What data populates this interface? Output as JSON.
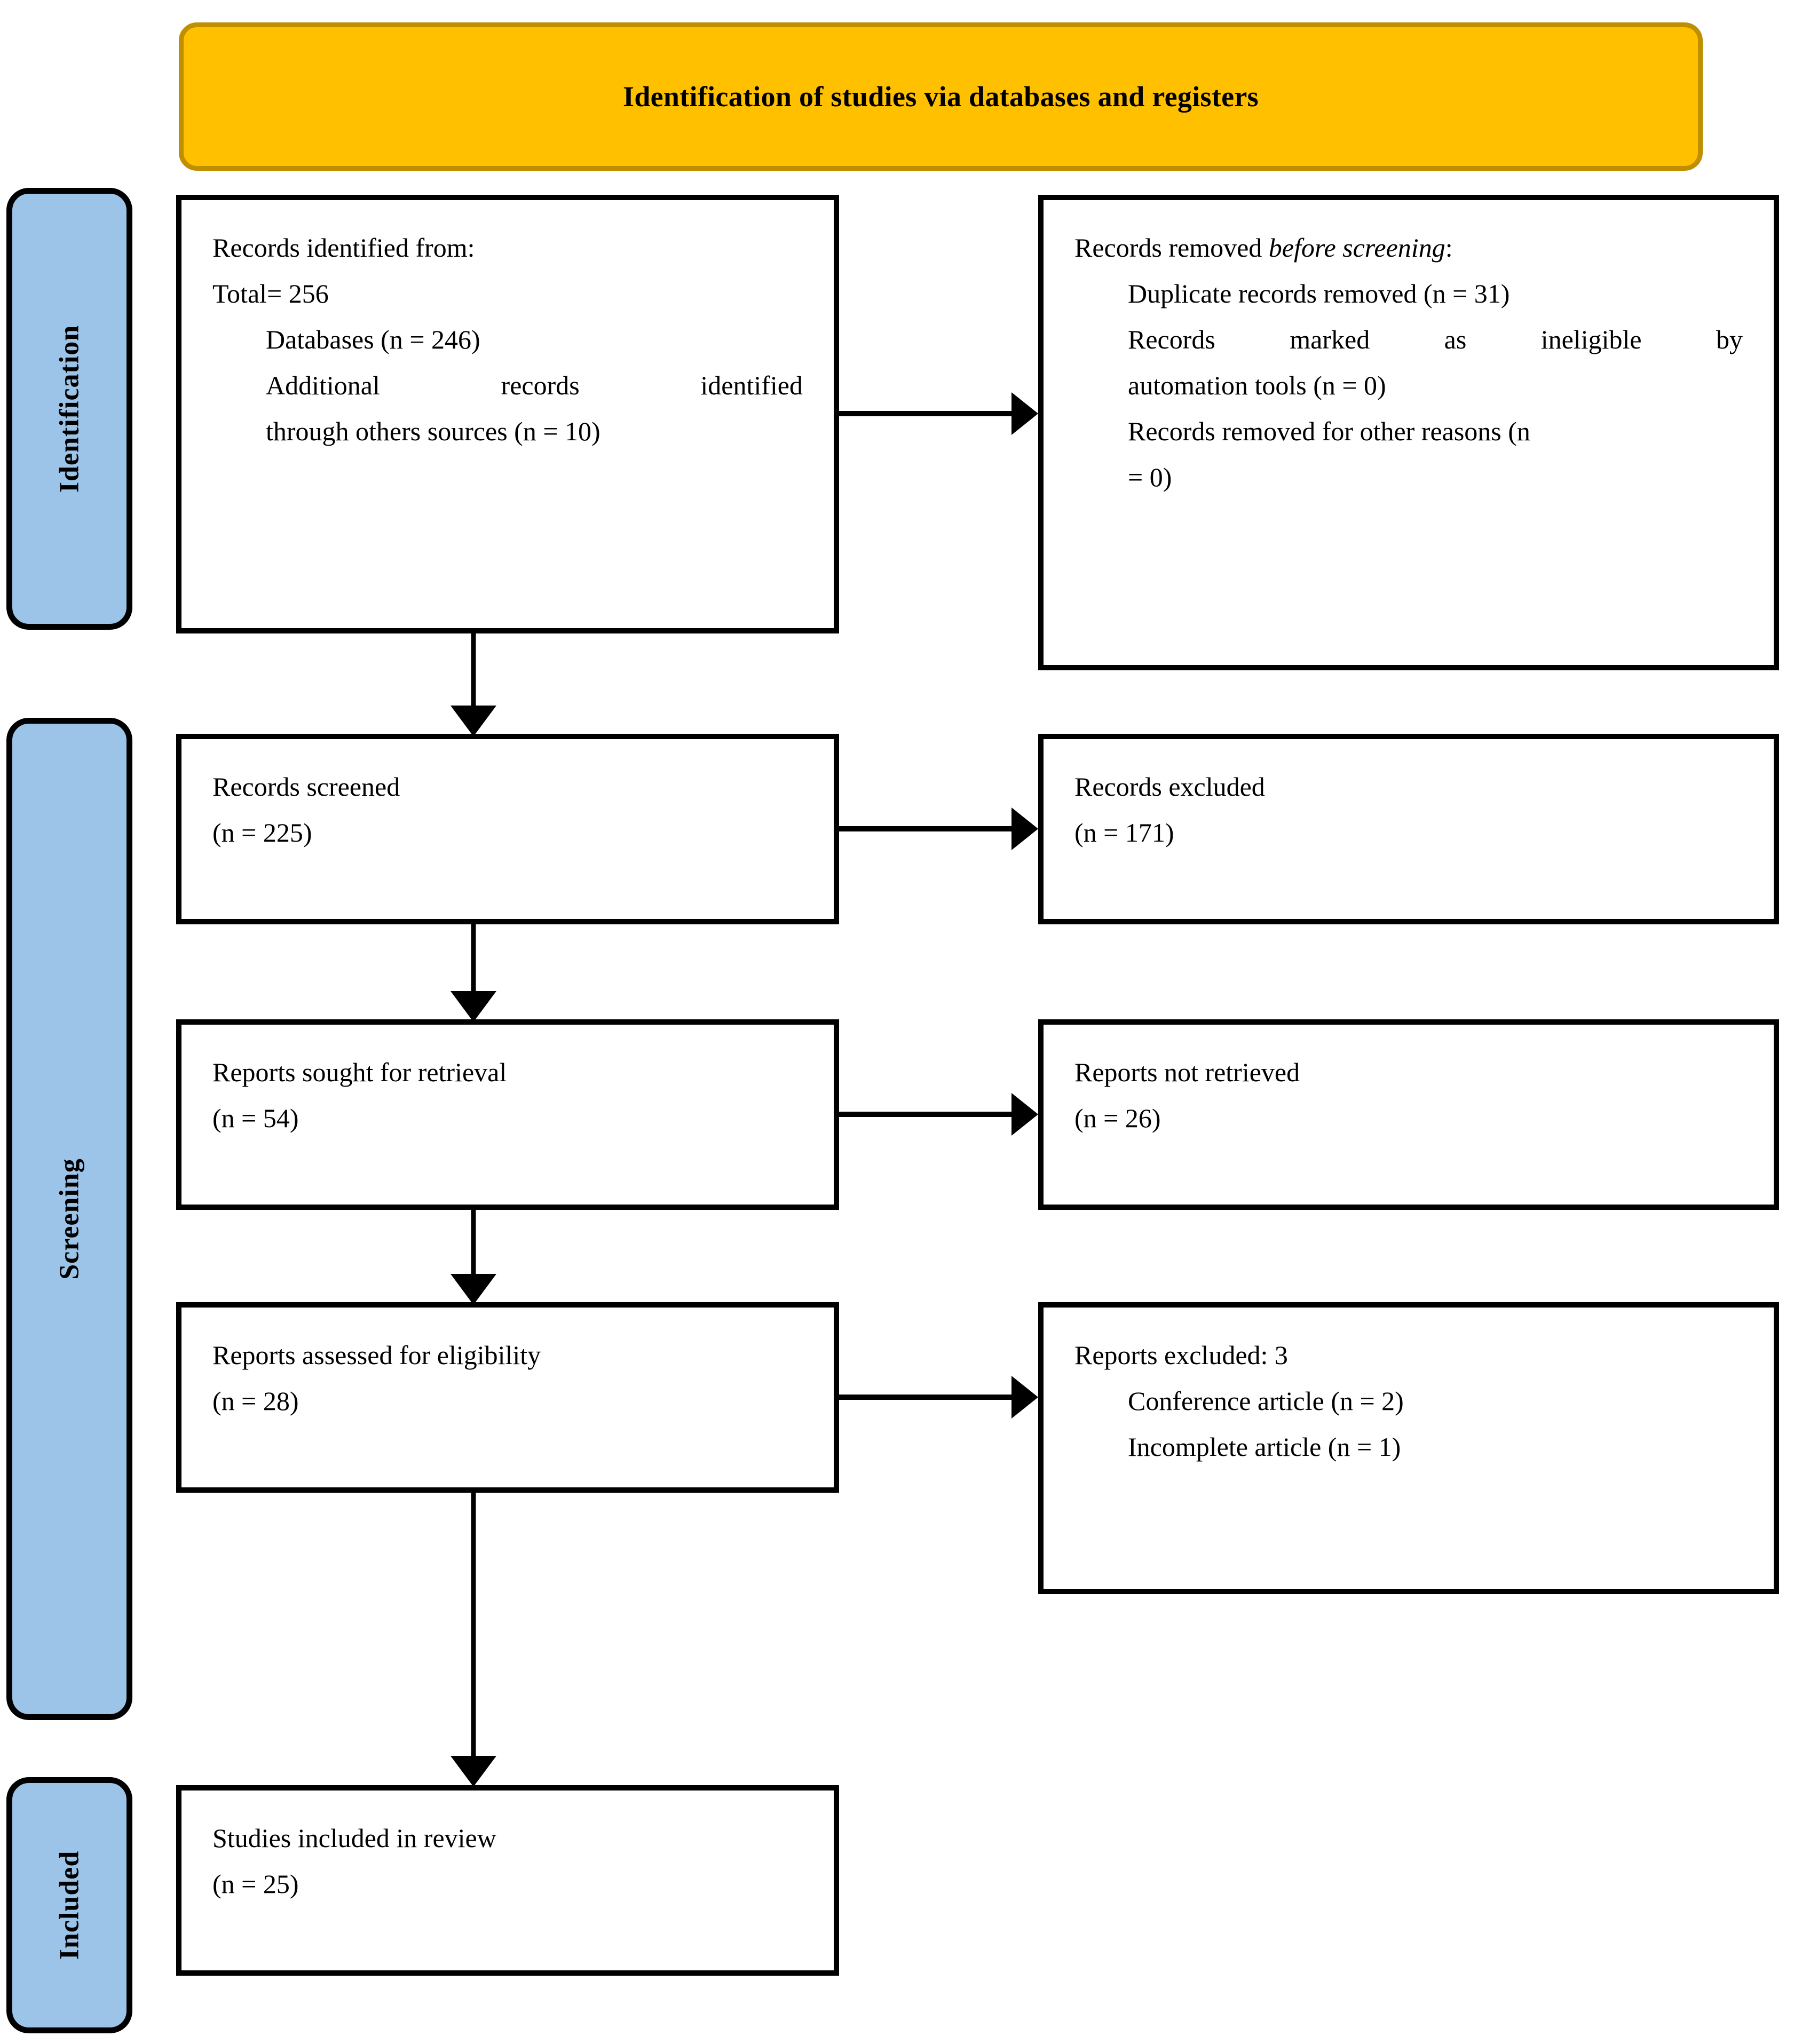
{
  "title": {
    "text": "Identification of studies via databases and registers",
    "fill_color": "#FFC000",
    "border_color": "#BF8F00"
  },
  "stages": [
    {
      "key": "identification",
      "label": "Identification",
      "color": "#9CC3E8"
    },
    {
      "key": "screening",
      "label": "Screening",
      "color": "#9CC3E8"
    },
    {
      "key": "included",
      "label": "Included",
      "color": "#9CC3E8"
    }
  ],
  "boxes": {
    "identified": {
      "heading": "Records identified from:",
      "total": "Total= 256",
      "item_databases": "Databases (n = 246)",
      "item_additional_line1": "Additional records identified",
      "item_additional_line2": "through others sources (n = 10)"
    },
    "removed": {
      "heading_prefix": "Records removed ",
      "heading_italic": "before screening",
      "heading_suffix": ":",
      "item_duplicate": "Duplicate records removed (n = 31)",
      "item_ineligible_line1": "Records marked as ineligible by",
      "item_ineligible_line2": "automation tools (n = 0)",
      "item_other_line1": "Records removed for other reasons (n",
      "item_other_line2": "= 0)"
    },
    "screened": {
      "label": "Records screened",
      "count": "(n = 225)"
    },
    "excluded": {
      "label": "Records excluded",
      "count": "(n = 171)"
    },
    "sought": {
      "label": "Reports sought for retrieval",
      "count": "(n = 54)"
    },
    "not_retrieved": {
      "label": "Reports not retrieved",
      "count": "(n = 26)"
    },
    "assessed": {
      "label": "Reports assessed for eligibility",
      "count": "(n = 28)"
    },
    "reports_excluded": {
      "heading": "Reports excluded: 3",
      "item_conference": "Conference article (n = 2)",
      "item_incomplete": "Incomplete article (n = 1)"
    },
    "included": {
      "label": "Studies included in review",
      "count": "(n = 25)"
    }
  },
  "chart_data": {
    "type": "diagram",
    "title": "Identification of studies via databases and registers",
    "nodes": [
      {
        "id": "identified",
        "stage": "Identification",
        "column": "left",
        "values": {
          "total": 256,
          "databases": 246,
          "additional_sources": 10
        }
      },
      {
        "id": "removed",
        "stage": "Identification",
        "column": "right",
        "values": {
          "duplicates": 31,
          "ineligible_automation": 0,
          "other_reasons": 0
        }
      },
      {
        "id": "screened",
        "stage": "Screening",
        "column": "left",
        "values": {
          "n": 225
        }
      },
      {
        "id": "excluded",
        "stage": "Screening",
        "column": "right",
        "values": {
          "n": 171
        }
      },
      {
        "id": "sought",
        "stage": "Screening",
        "column": "left",
        "values": {
          "n": 54
        }
      },
      {
        "id": "not_retrieved",
        "stage": "Screening",
        "column": "right",
        "values": {
          "n": 26
        }
      },
      {
        "id": "assessed",
        "stage": "Screening",
        "column": "left",
        "values": {
          "n": 28
        }
      },
      {
        "id": "reports_excluded",
        "stage": "Screening",
        "column": "right",
        "values": {
          "total": 3,
          "conference_article": 2,
          "incomplete_article": 1
        }
      },
      {
        "id": "included",
        "stage": "Included",
        "column": "left",
        "values": {
          "n": 25
        }
      }
    ],
    "edges": [
      {
        "from": "identified",
        "to": "removed",
        "direction": "right"
      },
      {
        "from": "identified",
        "to": "screened",
        "direction": "down"
      },
      {
        "from": "screened",
        "to": "excluded",
        "direction": "right"
      },
      {
        "from": "screened",
        "to": "sought",
        "direction": "down"
      },
      {
        "from": "sought",
        "to": "not_retrieved",
        "direction": "right"
      },
      {
        "from": "sought",
        "to": "assessed",
        "direction": "down"
      },
      {
        "from": "assessed",
        "to": "reports_excluded",
        "direction": "right"
      },
      {
        "from": "assessed",
        "to": "included",
        "direction": "down"
      }
    ]
  }
}
